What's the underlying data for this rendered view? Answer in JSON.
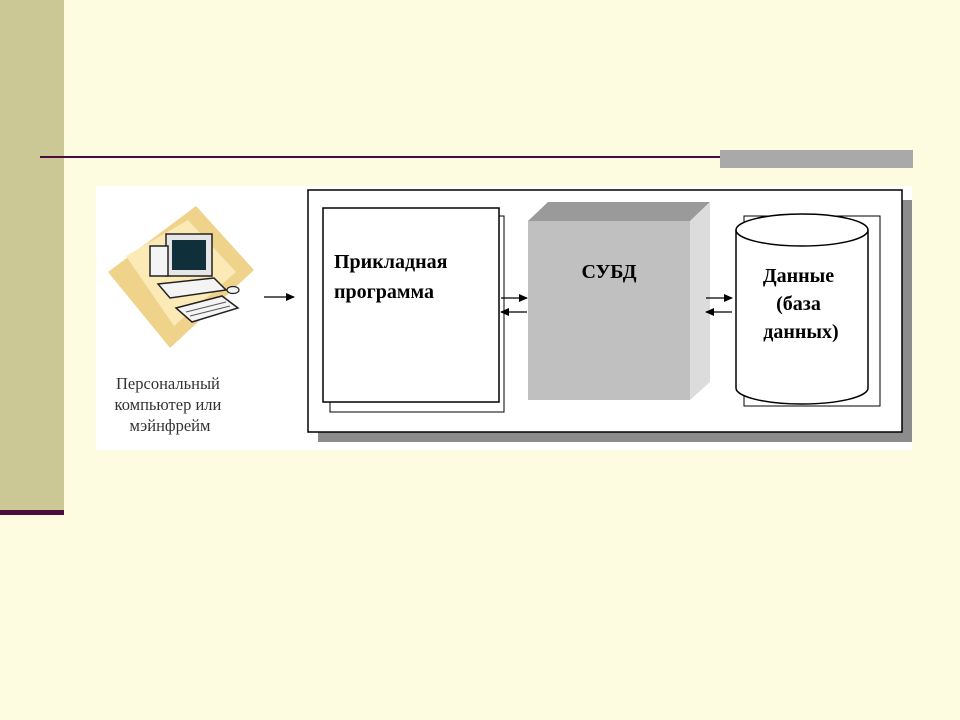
{
  "slide": {
    "colors": {
      "background": "#fdfbe0",
      "sidebar": "#cbc895",
      "rule": "#4a0d3e",
      "rule_accent": "#a9a9a9",
      "dbms_box": "#c0c0c0",
      "shadow": "#8c8c8c"
    }
  },
  "diagram": {
    "client": {
      "icon": "computer-icon",
      "caption_lines": [
        "Персональный",
        "компьютер или",
        "мэйнфрейм"
      ]
    },
    "application": {
      "lines": [
        "Прикладная",
        "программа"
      ]
    },
    "dbms": {
      "label": "СУБД"
    },
    "data": {
      "lines": [
        "Данные",
        "(база",
        "данных)"
      ]
    }
  }
}
